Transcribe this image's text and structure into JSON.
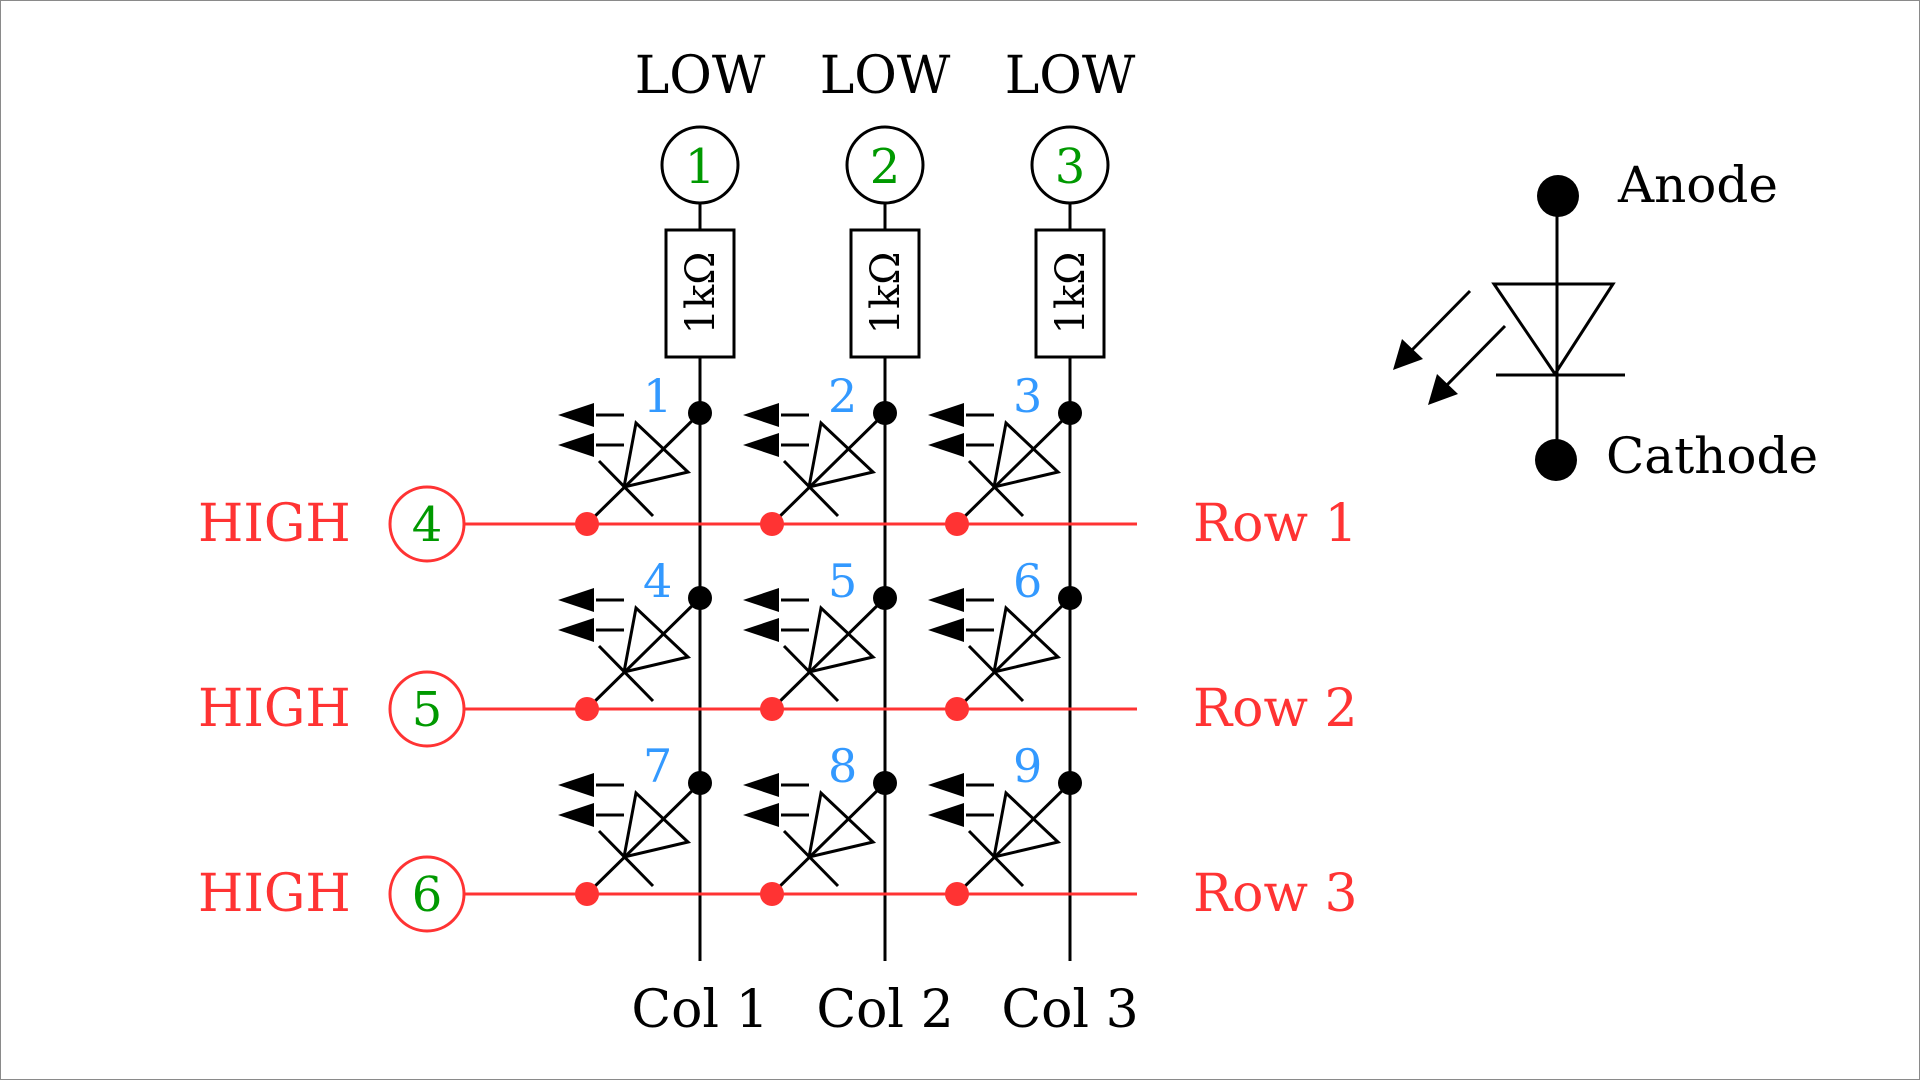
{
  "title": "3x3 LED matrix schematic",
  "colors": {
    "wire": "#000000",
    "row_wire": "#ff3333",
    "pin_number": "#009900",
    "led_number": "#3399ff"
  },
  "columns": [
    {
      "label": "Col 1",
      "state": "LOW",
      "pin": "1",
      "resistor": "1kΩ"
    },
    {
      "label": "Col 2",
      "state": "LOW",
      "pin": "2",
      "resistor": "1kΩ"
    },
    {
      "label": "Col 3",
      "state": "LOW",
      "pin": "3",
      "resistor": "1kΩ"
    }
  ],
  "rows": [
    {
      "label": "Row 1",
      "state": "HIGH",
      "pin": "4"
    },
    {
      "label": "Row 2",
      "state": "HIGH",
      "pin": "5"
    },
    {
      "label": "Row 3",
      "state": "HIGH",
      "pin": "6"
    }
  ],
  "leds": [
    "1",
    "2",
    "3",
    "4",
    "5",
    "6",
    "7",
    "8",
    "9"
  ],
  "legend": {
    "anode_label": "Anode",
    "cathode_label": "Cathode",
    "symbol": "led-icon"
  }
}
